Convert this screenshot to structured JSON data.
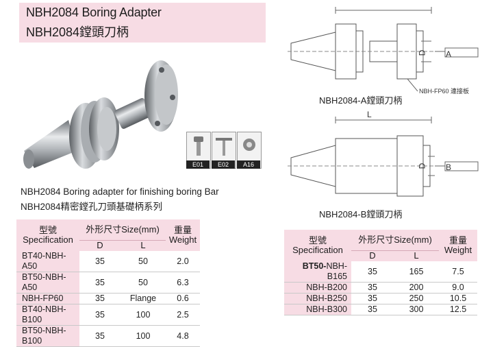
{
  "title": {
    "en": "NBH2084 Boring Adapter",
    "zh": "NBH2084鏜頭刀柄"
  },
  "description": {
    "en": "NBH2084 Boring adapter for finishing boring Bar",
    "zh": "NBH2084精密鏜孔刀頭基礎柄系列"
  },
  "accessories": [
    "E01",
    "E02",
    "A16"
  ],
  "diagrams": {
    "a": {
      "caption": "NBH2084-A鏜頭刀柄",
      "label": "A",
      "dim_d": "D",
      "plate_label": "NBH-FP60 連接板"
    },
    "b": {
      "caption": "NBH2084-B鏜頭刀柄",
      "label": "B",
      "dim_d": "D",
      "dim_l": "L"
    }
  },
  "table_headers": {
    "model_zh": "型號",
    "model_en": "Specification",
    "size": "外形尺寸Size(mm)",
    "col_d": "D",
    "col_l": "L",
    "weight_zh": "重量",
    "weight_en": "Weight"
  },
  "left_table": {
    "rows": [
      {
        "code": "BT40-NBH-A50",
        "d": "35",
        "l": "50",
        "w": "2.0"
      },
      {
        "code": "BT50-NBH-A50",
        "d": "35",
        "l": "50",
        "w": "6.3"
      },
      {
        "code": "NBH-FP60",
        "d": "35",
        "l": "Flange",
        "w": "0.6"
      },
      {
        "code": "BT40-NBH-B100",
        "d": "35",
        "l": "100",
        "w": "2.5"
      },
      {
        "code": "BT50-NBH-B100",
        "d": "35",
        "l": "100",
        "w": "4.8"
      }
    ]
  },
  "right_table": {
    "rows": [
      {
        "prefix": "BT50-",
        "code": "NBH-B165",
        "d": "35",
        "l": "165",
        "w": "7.5"
      },
      {
        "prefix": "",
        "code": "NBH-B200",
        "d": "35",
        "l": "200",
        "w": "9.0"
      },
      {
        "prefix": "",
        "code": "NBH-B250",
        "d": "35",
        "l": "250",
        "w": "10.5"
      },
      {
        "prefix": "",
        "code": "NBH-B300",
        "d": "35",
        "l": "300",
        "w": "12.5"
      }
    ]
  },
  "colors": {
    "pink": "#f7dce4",
    "line": "#666666"
  }
}
